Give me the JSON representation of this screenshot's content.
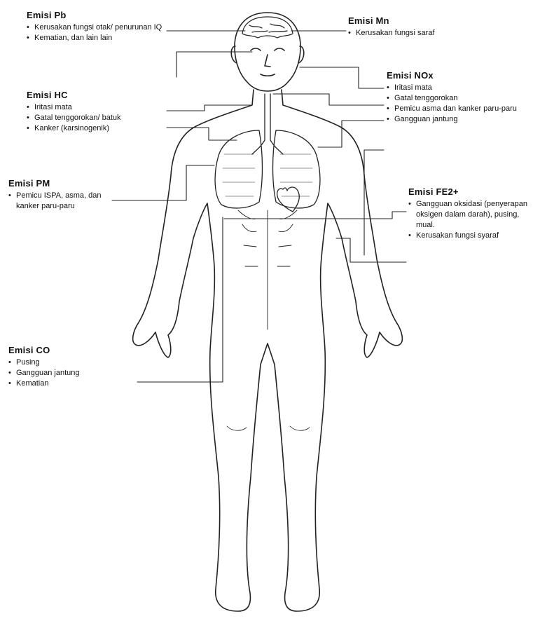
{
  "groups": [
    {
      "key": "pb",
      "title": "Emisi Pb",
      "items": [
        "Kerusakan fungsi otak/ penurunan IQ",
        "Kematian, dan lain lain"
      ]
    },
    {
      "key": "hc",
      "title": "Emisi HC",
      "items": [
        "Iritasi mata",
        "Gatal tenggorokan/ batuk",
        "Kanker (karsinogenik)"
      ]
    },
    {
      "key": "pm",
      "title": "Emisi PM",
      "items": [
        "Pemicu ISPA, asma, dan kanker paru-paru"
      ]
    },
    {
      "key": "co",
      "title": "Emisi CO",
      "items": [
        "Pusing",
        "Gangguan jantung",
        "Kematian"
      ]
    },
    {
      "key": "mn",
      "title": "Emisi Mn",
      "items": [
        "Kerusakan fungsi saraf"
      ]
    },
    {
      "key": "nox",
      "title": "Emisi NOx",
      "items": [
        "Iritasi mata",
        "Gatal tenggorokan",
        "Pemicu asma dan kanker paru-paru",
        "Gangguan jantung"
      ]
    },
    {
      "key": "fe",
      "title": "Emisi FE2+",
      "items": [
        "Gangguan oksidasi (penyerapan oksigen dalam darah), pusing, mual.",
        "Kerusakan fungsi syaraf"
      ]
    }
  ],
  "colors": {
    "ink": "#111111",
    "line": "#222222",
    "background": "#ffffff"
  }
}
